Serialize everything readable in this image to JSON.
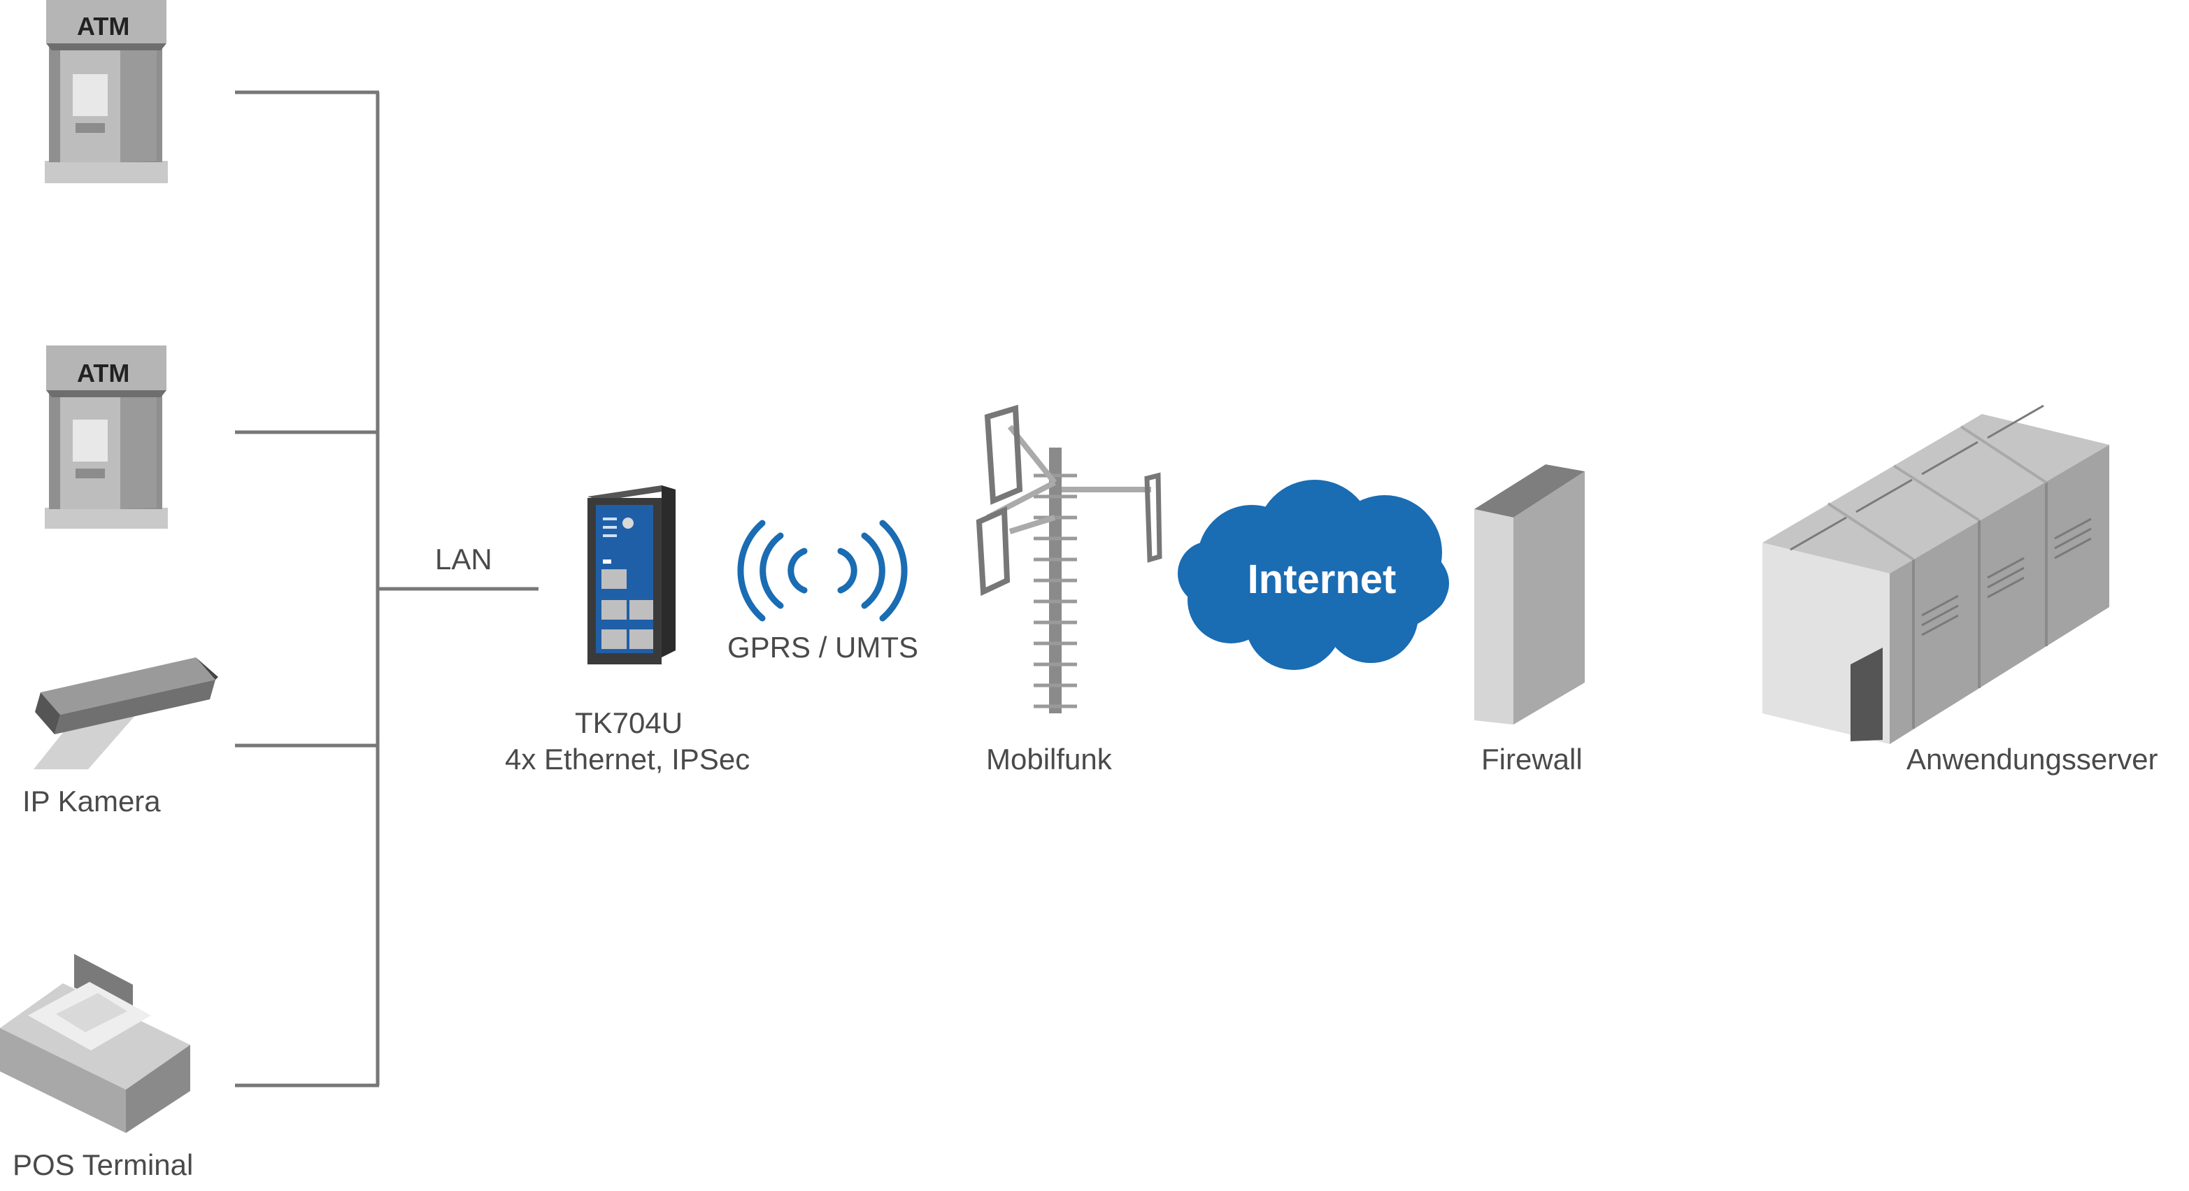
{
  "devices": {
    "atm_1": {
      "sign": "ATM"
    },
    "atm_2": {
      "sign": "ATM"
    },
    "ip_camera": {
      "label": "IP Kamera"
    },
    "pos_terminal": {
      "label": "POS Terminal"
    },
    "router": {
      "name": "TK704U",
      "subtitle": "4x Ethernet, IPSec"
    },
    "wireless": {
      "label": "GPRS / UMTS"
    },
    "tower": {
      "label": "Mobilfunk"
    },
    "cloud": {
      "label": "Internet"
    },
    "firewall": {
      "label": "Firewall"
    },
    "servers": {
      "label": "Anwendungsserver"
    }
  },
  "network": {
    "lan_label": "LAN"
  },
  "colors": {
    "accent_blue": "#1a6cb3",
    "line_gray": "#777777",
    "text_gray": "#4a4a4a"
  }
}
